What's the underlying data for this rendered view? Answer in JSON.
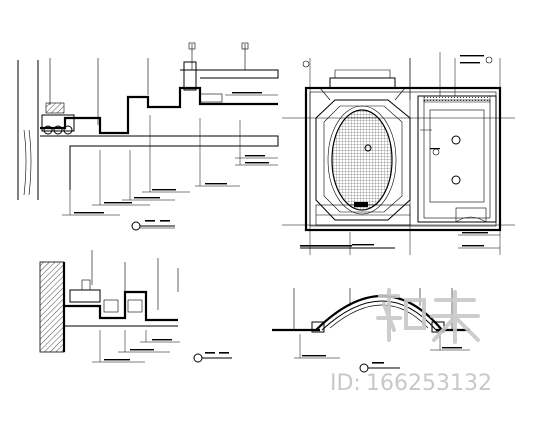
{
  "watermark": {
    "logo_text": "知末",
    "id_label": "ID:",
    "id_value": "166253132"
  },
  "colors": {
    "ink": "#000000",
    "paper": "#ffffff",
    "watermark": "#c8c8c8"
  },
  "views": [
    {
      "name": "ceiling-section-detail-top-left"
    },
    {
      "name": "ceiling-plan-detail-top-right"
    },
    {
      "name": "ceiling-section-detail-bottom-left"
    },
    {
      "name": "arched-ceiling-section-bottom-right"
    }
  ]
}
